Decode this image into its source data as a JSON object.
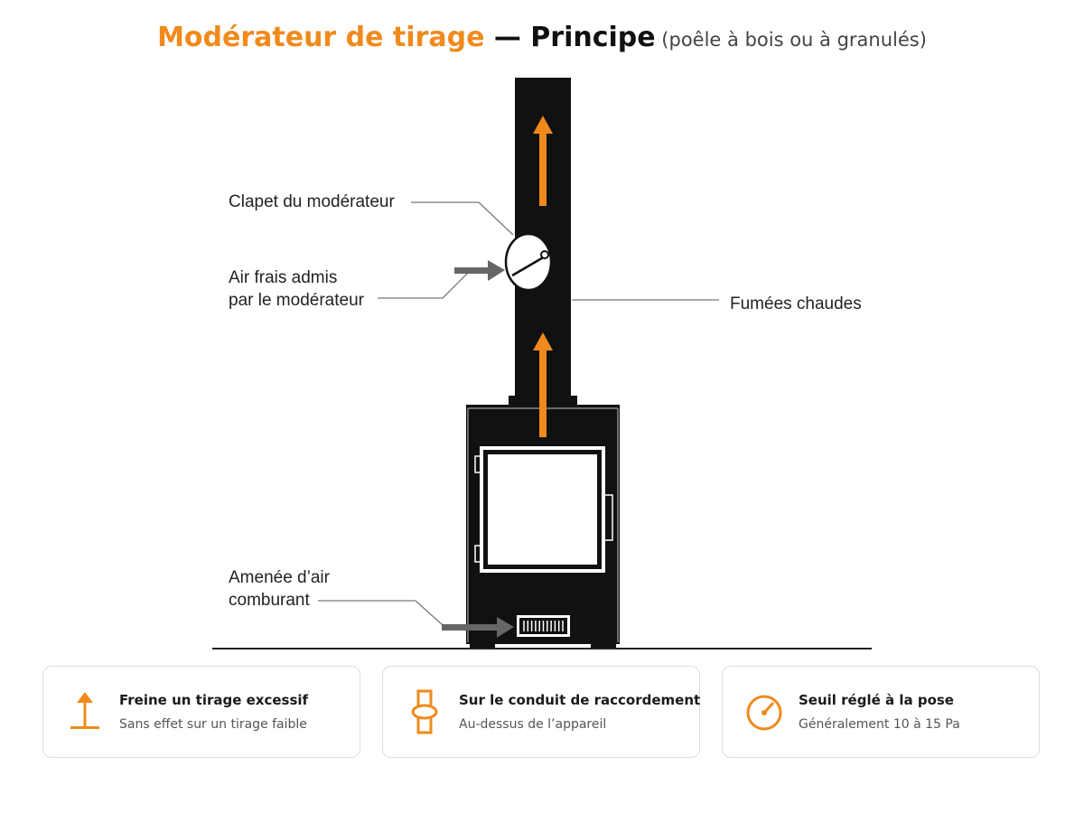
{
  "title": {
    "accent": "Modérateur de tirage",
    "main": " — Principe",
    "sub": " (poêle à bois ou à granulés)"
  },
  "labels": {
    "clapet": "Clapet du modérateur",
    "air_frais_1": "Air frais admis",
    "air_frais_2": "par le modérateur",
    "fumees": "Fumées chaudes",
    "amenee_1": "Amenée d’air",
    "amenee_2": "comburant"
  },
  "cards": [
    {
      "title": "Freine un tirage excessif",
      "subtitle": "Sans effet sur un tirage faible",
      "icon": "arrow-up-icon"
    },
    {
      "title": "Sur le conduit de raccordement",
      "subtitle": "Au-dessus de l’appareil",
      "icon": "pipe-ring-icon"
    },
    {
      "title": "Seuil réglé à la pose",
      "subtitle": "Généralement 10 à 15 Pa",
      "icon": "gauge-icon"
    }
  ],
  "colors": {
    "accent": "#f08a1c",
    "dark": "#111111",
    "gray_arrow": "#666666",
    "line": "#777777"
  }
}
